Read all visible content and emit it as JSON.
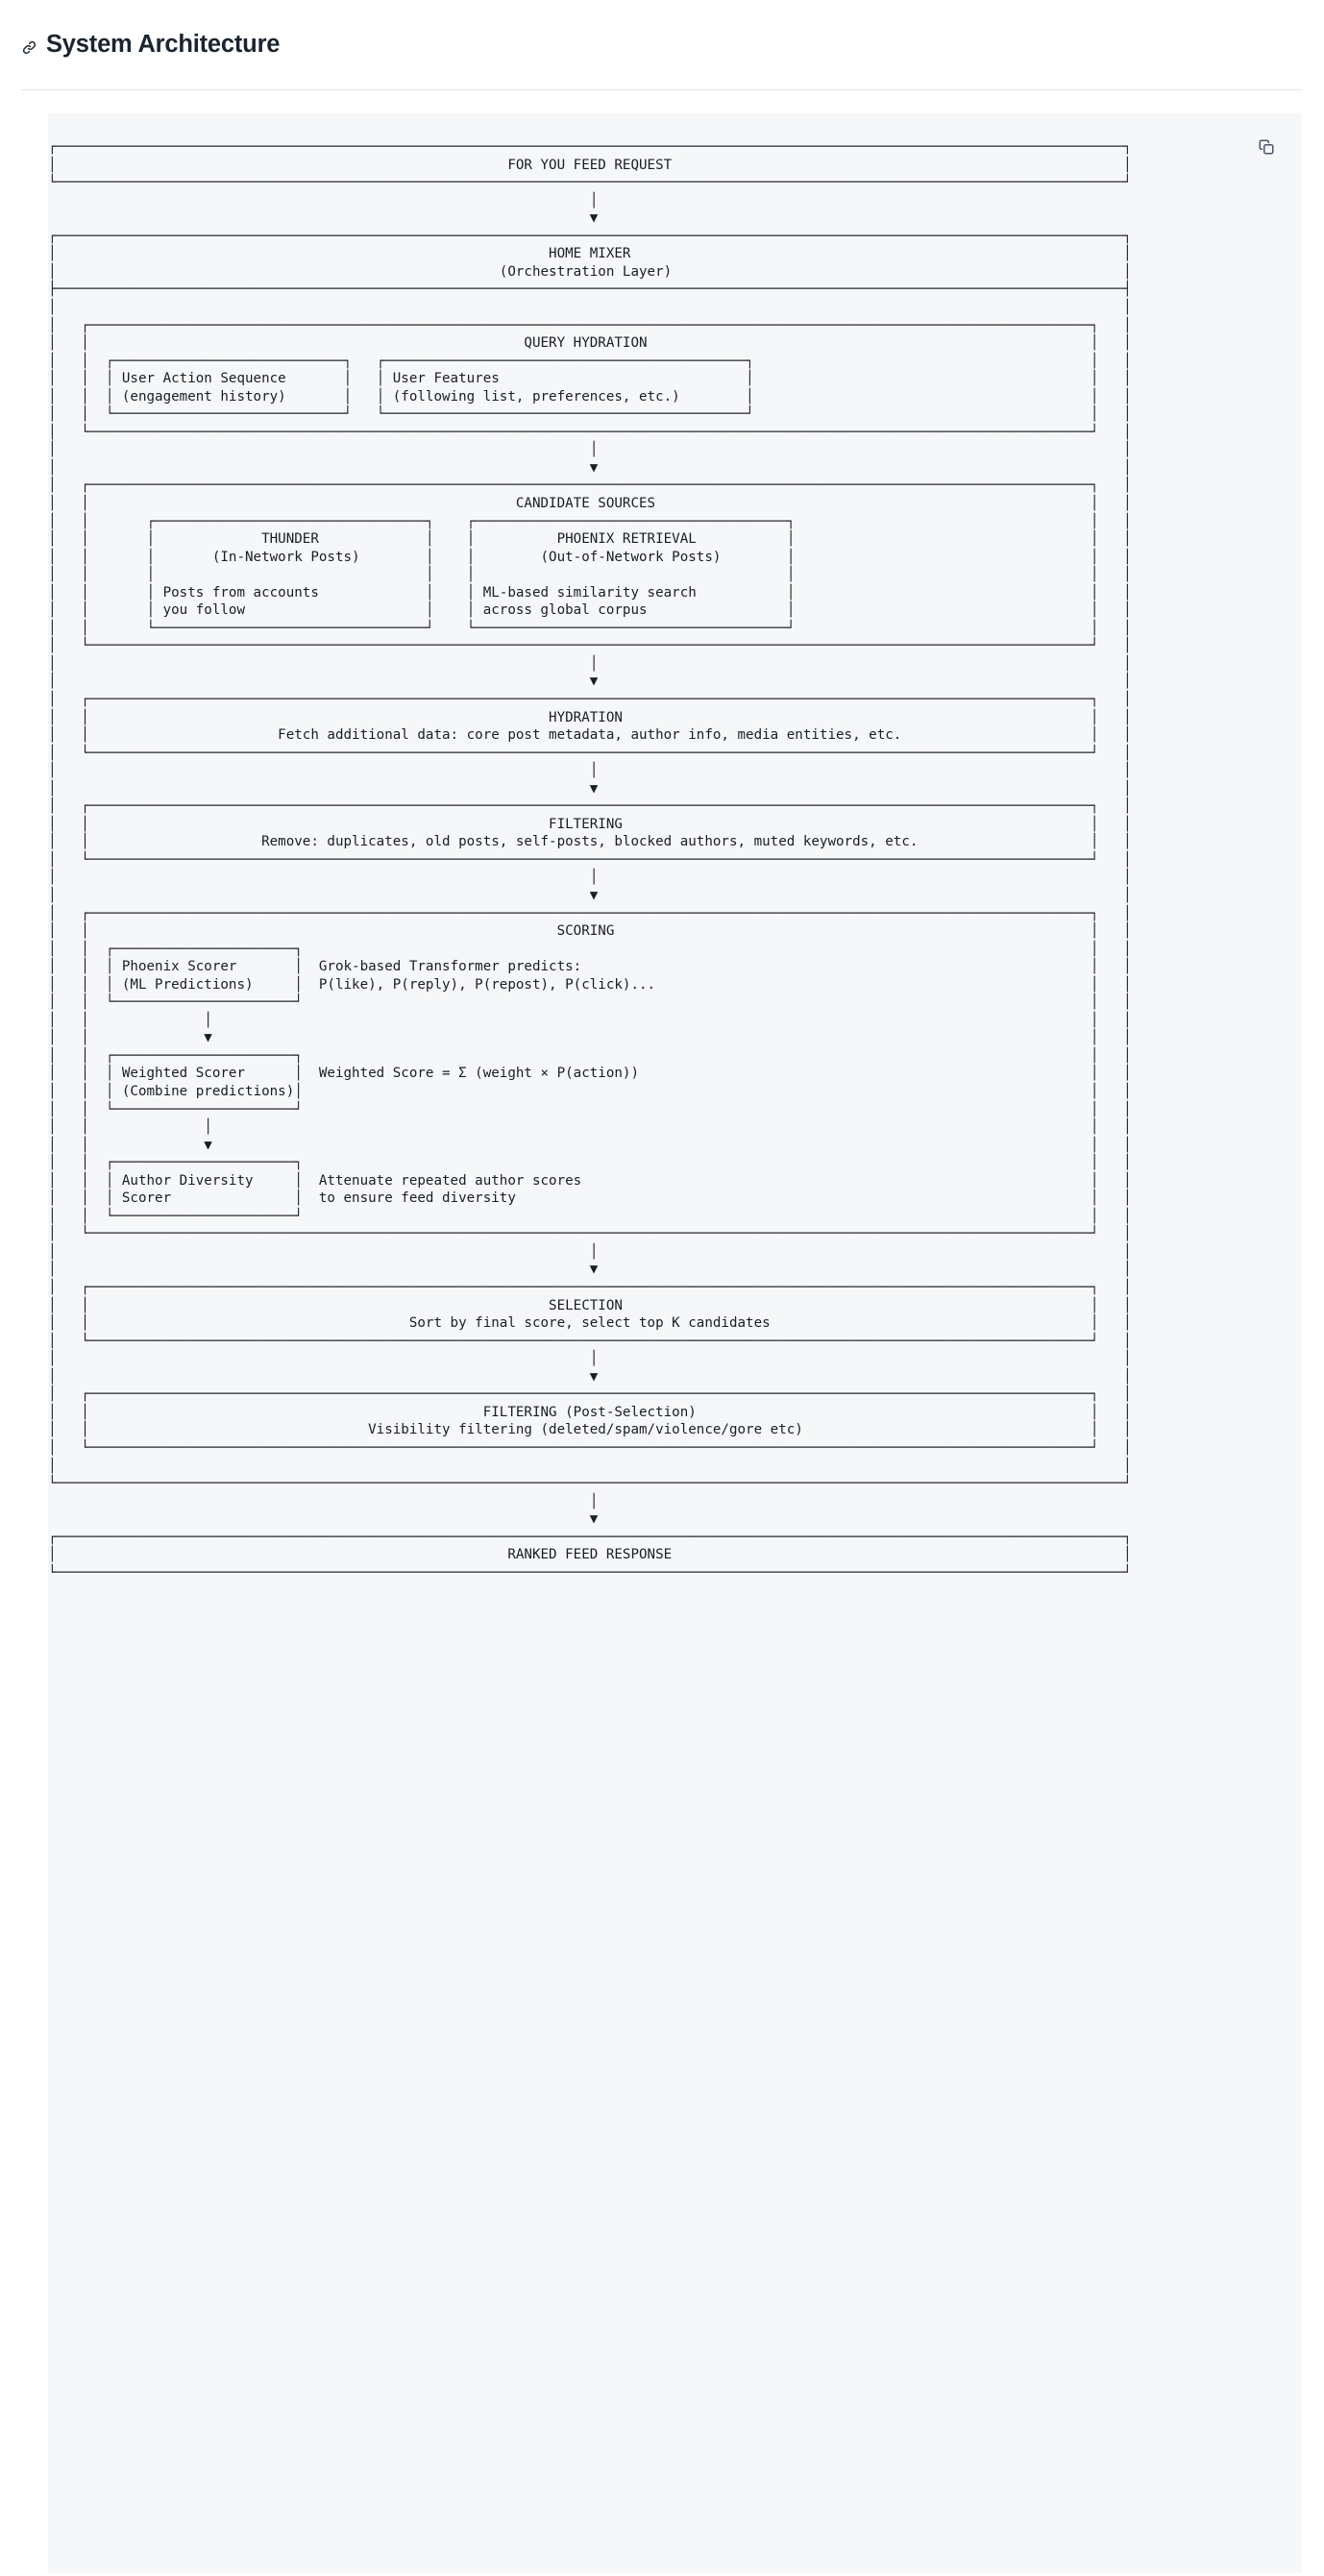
{
  "header": {
    "title": "System Architecture",
    "anchor_icon": "link-icon"
  },
  "codeblock": {
    "copy_icon": "copy-icon",
    "copy_tooltip": "Copy",
    "language": "text"
  },
  "diagram": {
    "type": "ascii-flow-diagram",
    "title": "System Architecture",
    "nodes": [
      {
        "id": "for-you-feed-request",
        "label": "FOR YOU FEED REQUEST",
        "level": 0
      },
      {
        "id": "home-mixer",
        "label": "HOME MIXER",
        "sublabel": "(Orchestration Layer)",
        "level": 0,
        "container": true
      },
      {
        "id": "query-hydration",
        "label": "QUERY HYDRATION",
        "level": 1,
        "children": [
          {
            "id": "user-action-sequence",
            "lines": [
              "User Action Sequence",
              "(engagement history)"
            ]
          },
          {
            "id": "user-features",
            "lines": [
              "User Features",
              "(following list, preferences, etc.)"
            ]
          }
        ]
      },
      {
        "id": "candidate-sources",
        "label": "CANDIDATE SOURCES",
        "level": 1,
        "children": [
          {
            "id": "thunder",
            "lines": [
              "THUNDER",
              "(In-Network Posts)",
              "",
              "Posts from accounts",
              "you follow"
            ]
          },
          {
            "id": "phoenix-retrieval",
            "lines": [
              "PHOENIX RETRIEVAL",
              "(Out-of-Network Posts)",
              "",
              "ML-based similarity search",
              "across global corpus"
            ]
          }
        ]
      },
      {
        "id": "hydration",
        "label": "HYDRATION",
        "sublabel": "Fetch additional data: core post metadata, author info, media entities, etc.",
        "level": 1
      },
      {
        "id": "filtering",
        "label": "FILTERING",
        "sublabel": "Remove: duplicates, old posts, self-posts, blocked authors, muted keywords, etc.",
        "level": 1
      },
      {
        "id": "scoring",
        "label": "SCORING",
        "level": 1,
        "children": [
          {
            "id": "phoenix-scorer",
            "lines": [
              "Phoenix Scorer",
              "(ML Predictions)"
            ],
            "side_text": [
              "Grok-based Transformer predicts:",
              "P(like), P(reply), P(repost), P(click)..."
            ]
          },
          {
            "id": "weighted-scorer",
            "lines": [
              "Weighted Scorer",
              "(Combine predictions)"
            ],
            "side_text": [
              "Weighted Score = Σ (weight × P(action))"
            ]
          },
          {
            "id": "author-diversity-scorer",
            "lines": [
              "Author Diversity",
              "Scorer"
            ],
            "side_text": [
              "Attenuate repeated author scores",
              "to ensure feed diversity"
            ]
          }
        ]
      },
      {
        "id": "selection",
        "label": "SELECTION",
        "sublabel": "Sort by final score, select top K candidates",
        "level": 1
      },
      {
        "id": "filtering-post-selection",
        "label": "FILTERING (Post-Selection)",
        "sublabel": "Visibility filtering (deleted/spam/violence/gore etc)",
        "level": 1
      },
      {
        "id": "ranked-feed-response",
        "label": "RANKED FEED RESPONSE",
        "level": 0
      }
    ],
    "ascii": "┌─────────────────────────────────────────────────────────────────────────────────────────────────────────────────────────────────┐\n│                            FOR YOU FEED REQUEST                            │\n└─────────────────────────────────────────────────────────────────────────────────────────────────────────────────────────────────┘"
  }
}
